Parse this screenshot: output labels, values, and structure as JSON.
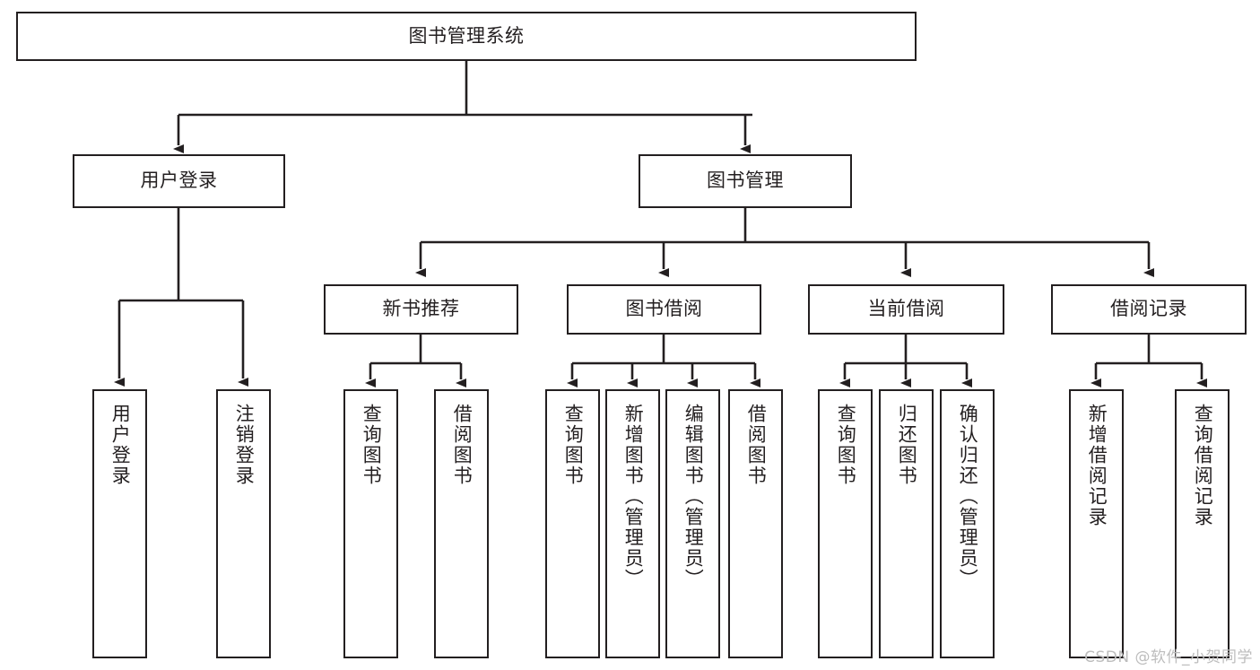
{
  "diagram": {
    "title": "图书管理系统",
    "type": "tree-hierarchy-chart",
    "stroke_color": "#231f20",
    "background_color": "#ffffff"
  },
  "nodes": {
    "root": {
      "label": "图书管理系统"
    },
    "level2": [
      {
        "label": "用户登录"
      },
      {
        "label": "图书管理"
      }
    ],
    "level3": [
      {
        "label": "新书推荐"
      },
      {
        "label": "图书借阅"
      },
      {
        "label": "当前借阅"
      },
      {
        "label": "借阅记录"
      }
    ],
    "leaves_user_login": [
      {
        "label": "用户登录"
      },
      {
        "label": "注销登录"
      }
    ],
    "leaves_new_book": [
      {
        "label": "查询图书"
      },
      {
        "label": "借阅图书"
      }
    ],
    "leaves_borrow_book": [
      {
        "label": "查询图书"
      },
      {
        "label": "新增图书（管理员）"
      },
      {
        "label": "编辑图书（管理员）"
      },
      {
        "label": "借阅图书"
      }
    ],
    "leaves_current_borrow": [
      {
        "label": "查询图书"
      },
      {
        "label": "归还图书"
      },
      {
        "label": "确认归还（管理员）"
      }
    ],
    "leaves_borrow_record": [
      {
        "label": "新增借阅记录"
      },
      {
        "label": "查询借阅记录"
      }
    ]
  },
  "watermark": {
    "text": "CSDN @软件_小贺同学"
  }
}
